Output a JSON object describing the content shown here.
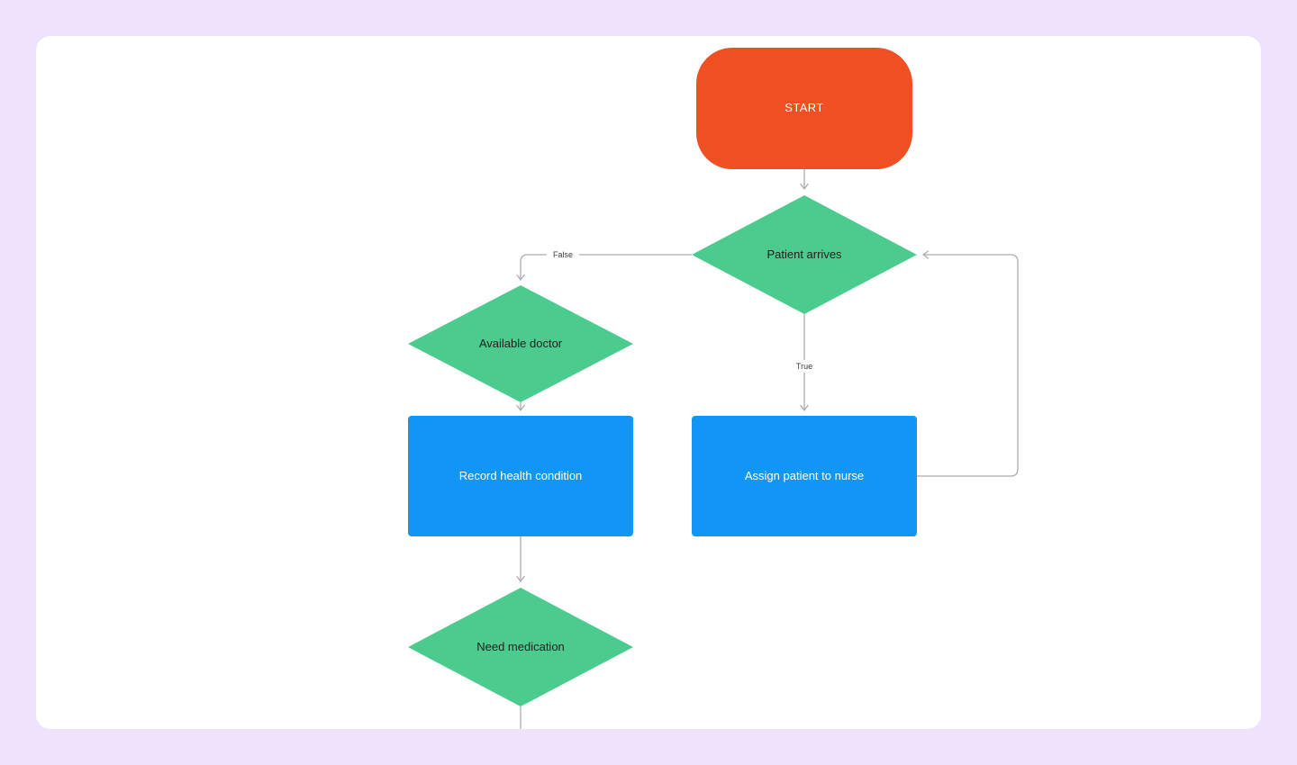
{
  "colors": {
    "page_background": "#EFE3FB",
    "canvas_background": "#FFFFFF",
    "terminator_fill": "#F04E23",
    "terminator_text": "#FFFFFF",
    "decision_fill": "#4BCB8D",
    "decision_text": "#1F1F1F",
    "process_fill": "#1296F5",
    "process_text": "#FFFFFF",
    "connector_stroke": "#ACACAC",
    "edge_label_text": "#3C3C3C"
  },
  "nodes": [
    {
      "id": "start",
      "type": "terminator",
      "label": "START"
    },
    {
      "id": "patient-arrives",
      "type": "decision",
      "label": "Patient arrives"
    },
    {
      "id": "available-doctor",
      "type": "decision",
      "label": "Available doctor"
    },
    {
      "id": "record-health-condition",
      "type": "process",
      "label": "Record health condition"
    },
    {
      "id": "assign-patient-to-nurse",
      "type": "process",
      "label": "Assign patient to nurse"
    },
    {
      "id": "need-medication",
      "type": "decision",
      "label": "Need medication"
    }
  ],
  "edges": [
    {
      "from": "start",
      "to": "patient-arrives",
      "label": ""
    },
    {
      "from": "patient-arrives",
      "to": "available-doctor",
      "label": "False"
    },
    {
      "from": "patient-arrives",
      "to": "assign-patient-to-nurse",
      "label": "True"
    },
    {
      "from": "available-doctor",
      "to": "record-health-condition",
      "label": ""
    },
    {
      "from": "record-health-condition",
      "to": "need-medication",
      "label": ""
    },
    {
      "from": "assign-patient-to-nurse",
      "to": "patient-arrives",
      "label": ""
    },
    {
      "from": "need-medication",
      "to": "offscreen-bottom",
      "label": ""
    }
  ]
}
